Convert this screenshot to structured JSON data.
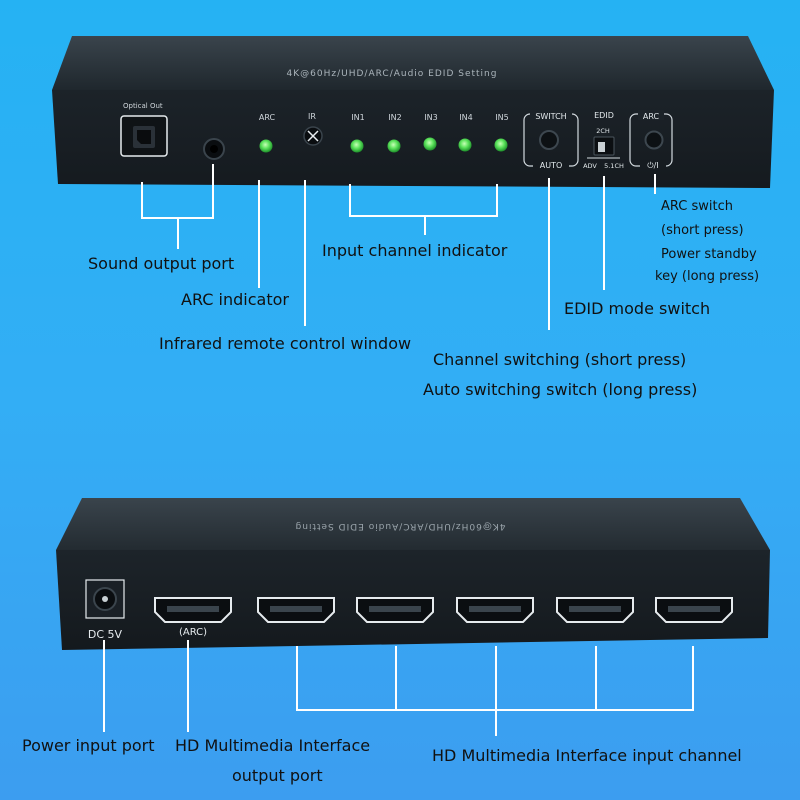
{
  "top_device": {
    "title": "4K@60Hz/UHD/ARC/Audio EDID Setting",
    "optical_out": "Optical Out",
    "arc": "ARC",
    "ir": "IR",
    "inputs": [
      "IN1",
      "IN2",
      "IN3",
      "IN4",
      "IN5"
    ],
    "switch": "SWITCH",
    "auto": "AUTO",
    "edid": "EDID",
    "edid_2ch": "2CH",
    "edid_adv": "ADV",
    "edid_51ch": "5.1CH",
    "arc_button": "ARC",
    "power_symbol": "⏻/I"
  },
  "bottom_device": {
    "title_mirrored": "4K@60Hz/UHD/ARC/Audio EDID Setting",
    "dc_label": "DC 5V",
    "arc_port_label": "(ARC)"
  },
  "callouts": {
    "sound_output_port": "Sound output port",
    "arc_indicator": "ARC indicator",
    "ir_window": "Infrared remote control window",
    "input_channel_indicator": "Input channel indicator",
    "edid_mode_switch": "EDID mode switch",
    "channel_switching": "Channel switching (short press)",
    "auto_switching": "Auto switching switch (long press)",
    "arc_switch": "ARC switch",
    "short_press": "(short press)",
    "power_standby": "Power standby",
    "long_press": "key (long press)",
    "power_input_port": "Power input port",
    "hdmi_output_1": "HD Multimedia Interface",
    "hdmi_output_2": "output port",
    "hdmi_input_channel": "HD Multimedia Interface input channel"
  },
  "colors": {
    "background": "#2fb0f4",
    "device_body": "#1c2329",
    "led": "#5be25b"
  }
}
